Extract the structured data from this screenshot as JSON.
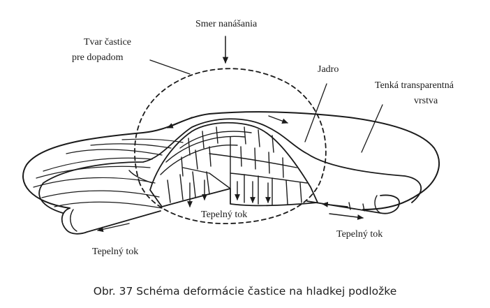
{
  "labels": {
    "direction": "Smer nanášania",
    "shape_line1": "Tvar častice",
    "shape_line2": "pre dopadom",
    "core": "Jadro",
    "thin_line1": "Tenká transparentná",
    "thin_line2": "vrstva",
    "heat_flow_center": "Tepelný tok",
    "heat_flow_right": "Tepelný tok",
    "heat_flow_left": "Tepelný tok"
  },
  "caption": "Obr. 37 Schéma deformácie častice na hladkej podložke",
  "colors": {
    "ink": "#1a1a1a",
    "caption": "#222222",
    "background": "#ffffff"
  }
}
